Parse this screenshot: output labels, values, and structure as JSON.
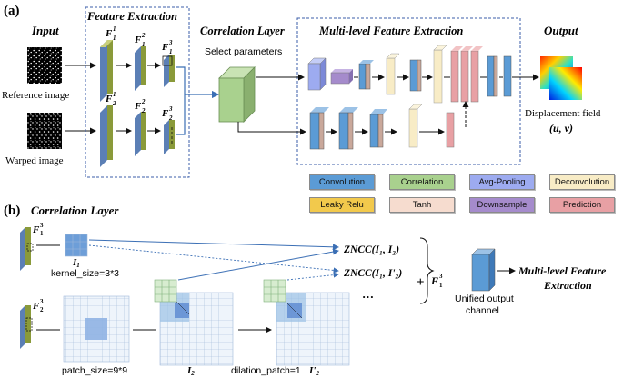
{
  "panel_a": {
    "label": "(a)",
    "input_title": "Input",
    "reference_label": "Reference image",
    "warped_label": "Warped  image",
    "feature_extraction_title": "Feature Extraction",
    "f_top": [
      "F",
      "F",
      "F"
    ],
    "f_top_sup": [
      "1",
      "2",
      "3"
    ],
    "f_top_sub": [
      "1",
      "1",
      "1"
    ],
    "f_bot_sup": [
      "1",
      "2",
      "3"
    ],
    "f_bot_sub": [
      "2",
      "2",
      "2"
    ],
    "correlation_title": "Correlation Layer",
    "select_params": "Select parameters",
    "multilevel_title": "Multi-level Feature Extraction",
    "output_title": "Output",
    "displacement_label": "Displacement field",
    "uv_label": "(u,  v)"
  },
  "legend": {
    "items": [
      {
        "label": "Convolution",
        "color": "#5b9bd5"
      },
      {
        "label": "Correlation",
        "color": "#a9d18e"
      },
      {
        "label": "Avg-Pooling",
        "color": "#9dabf0"
      },
      {
        "label": "Deconvolution",
        "color": "#f8ecc6"
      },
      {
        "label": "Leaky Relu",
        "color": "#f2c94c"
      },
      {
        "label": "Tanh",
        "color": "#f6dccf"
      },
      {
        "label": "Downsample",
        "color": "#a58bcc"
      },
      {
        "label": "Prediction",
        "color": "#e8a0a4"
      }
    ]
  },
  "panel_b": {
    "label": "(b)",
    "title": "Correlation Layer",
    "f13": "F",
    "f23": "F",
    "i1_label": "I",
    "i1_sub": "1",
    "kernel_size": "kernel_size=3*3",
    "patch_size": "patch_size=9*9",
    "i2_label": "I",
    "i2_sub": "2",
    "dilation": "dilation_patch=1",
    "i2p_label": "I'",
    "i2p_sub": "2",
    "zncc1": "ZNCC(I₁, I₂)",
    "zncc2": "ZNCC(I₁, I'₂)",
    "ellipsis": "…",
    "plus": "+",
    "f13_plus": "F",
    "unified": [
      "Unified output",
      "channel"
    ],
    "mfe": [
      "Multi-level Feature",
      "Extraction"
    ]
  }
}
